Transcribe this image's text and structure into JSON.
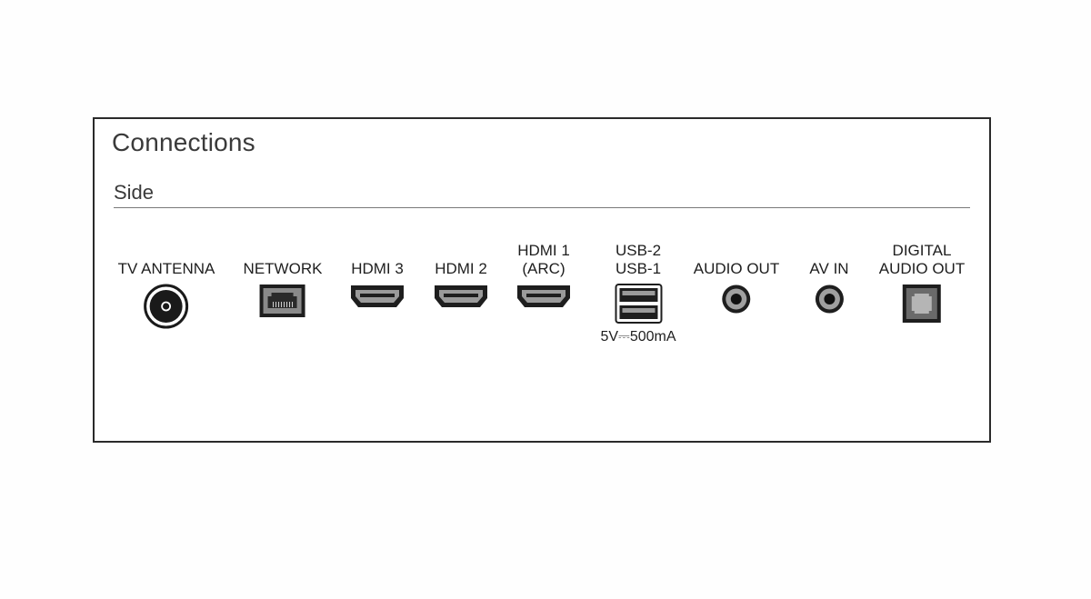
{
  "header": {
    "title": "Connections",
    "section": "Side"
  },
  "ports": [
    {
      "label": [
        "TV ANTENNA"
      ],
      "icon": "coax-antenna-icon"
    },
    {
      "label": [
        "NETWORK"
      ],
      "icon": "ethernet-port-icon"
    },
    {
      "label": [
        "HDMI 3"
      ],
      "icon": "hdmi-port-icon"
    },
    {
      "label": [
        "HDMI 2"
      ],
      "icon": "hdmi-port-icon"
    },
    {
      "label": [
        "HDMI 1",
        "(ARC)"
      ],
      "icon": "hdmi-port-icon"
    },
    {
      "label": [
        "USB-2",
        "USB-1"
      ],
      "icon": "usb-dual-port-icon",
      "note": "5V⎓500mA"
    },
    {
      "label": [
        "AUDIO OUT"
      ],
      "icon": "audio-jack-icon"
    },
    {
      "label": [
        "AV IN"
      ],
      "icon": "audio-jack-icon"
    },
    {
      "label": [
        "DIGITAL",
        "AUDIO OUT"
      ],
      "icon": "optical-port-icon"
    }
  ]
}
